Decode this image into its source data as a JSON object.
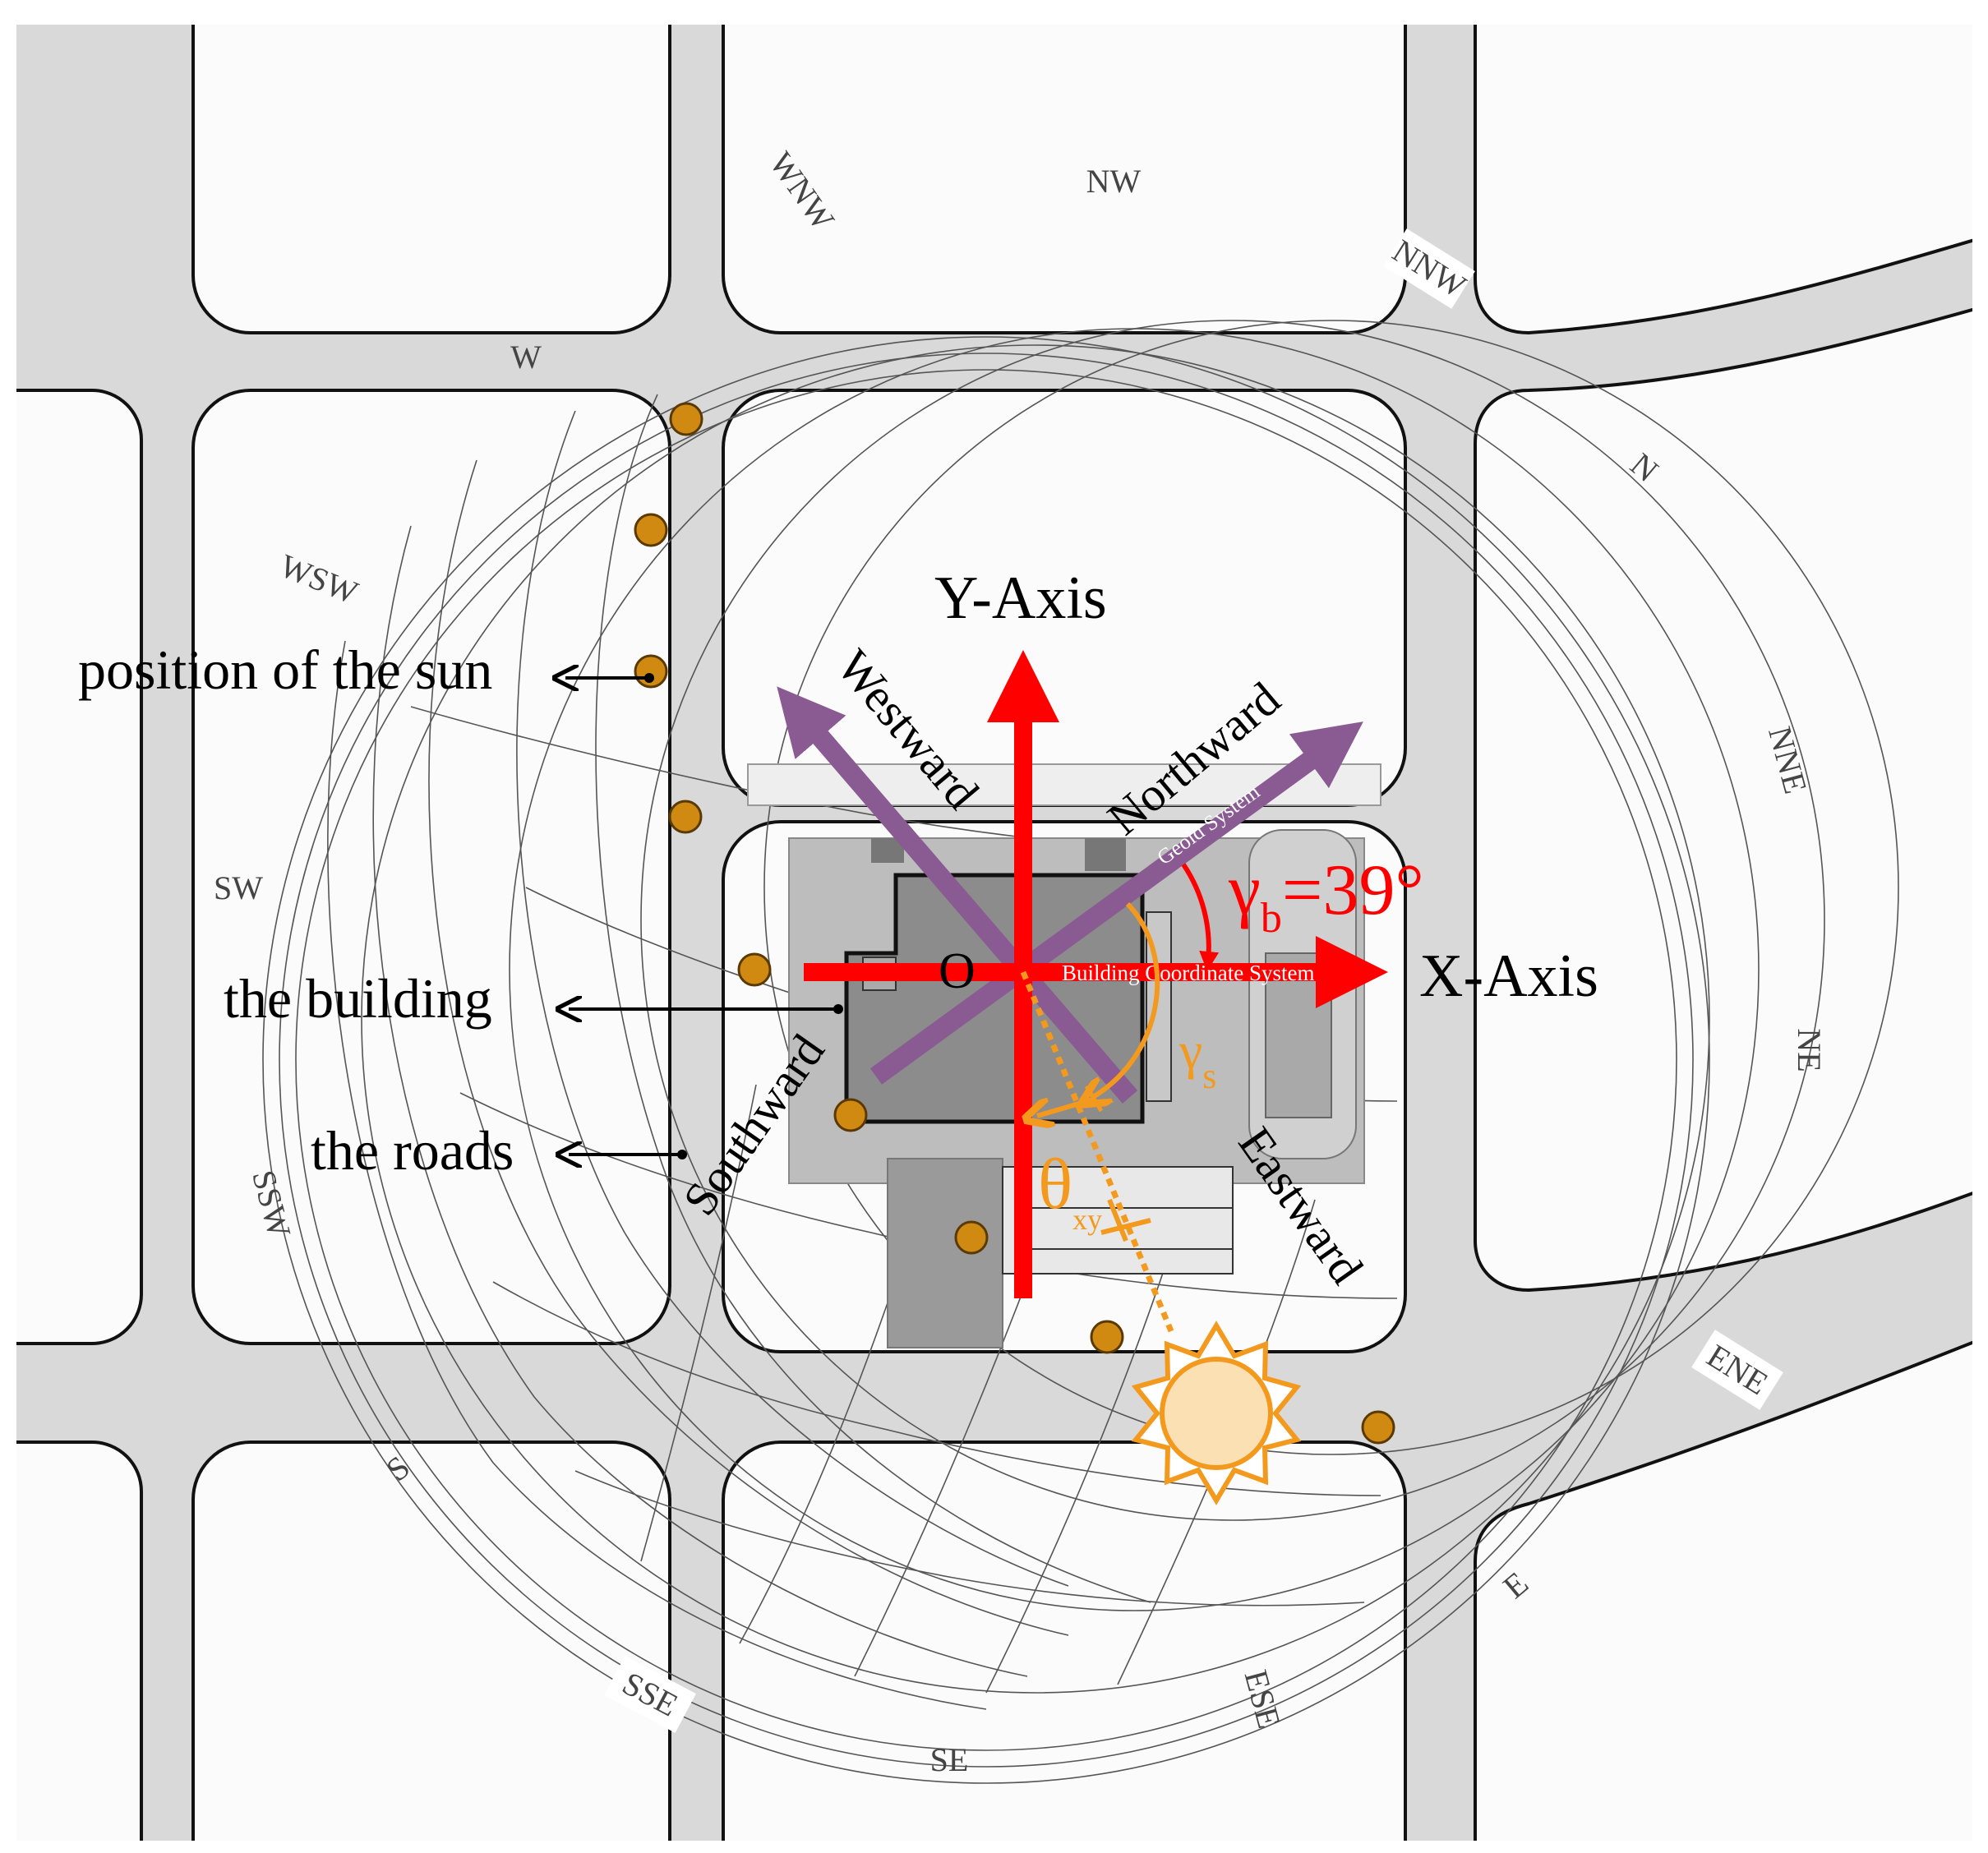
{
  "compass": {
    "WNW": "WNW",
    "NW": "NW",
    "NNW": "NNW",
    "W": "W",
    "N": "N",
    "WSW": "WSW",
    "NNE": "NNE",
    "SW": "SW",
    "NE": "NE",
    "SSW": "SSW",
    "ENE": "ENE",
    "S": "S",
    "E": "E",
    "SSE": "SSE",
    "SE": "SE",
    "ESE": "ESE"
  },
  "callouts": {
    "sun": "position of the sun",
    "building": "the building",
    "roads": "the roads"
  },
  "axes": {
    "y_axis": "Y-Axis",
    "x_axis": "X-Axis",
    "origin": "O",
    "building_cs": "Building Coordinate System",
    "geoid_cs": "Geoid System"
  },
  "directions": {
    "westward": "Westward",
    "northward": "Northward",
    "southward": "Southward",
    "eastward": "Eastward"
  },
  "angles": {
    "gamma_b_symbol": "γ",
    "gamma_b_sub": "b",
    "gamma_b_value": "=39°",
    "gamma_s_symbol": "γ",
    "gamma_s_sub": "s",
    "theta_symbol": "θ",
    "theta_sub": "xy"
  },
  "colors": {
    "axis_red": "#ff0000",
    "geoid_purple": "#8a5a92",
    "sun_orange": "#f39a1e",
    "sun_fill": "#fbe0b4",
    "dot_fill": "#d08a12"
  }
}
